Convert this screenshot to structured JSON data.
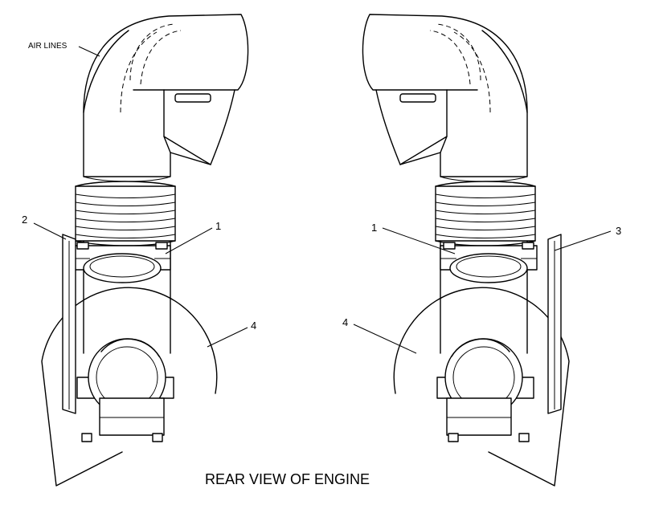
{
  "labels": {
    "air_lines": "AIR LINES",
    "callout_1_left": "1",
    "callout_1_right": "1",
    "callout_2": "2",
    "callout_3": "3",
    "callout_4_left": "4",
    "callout_4_right": "4"
  },
  "caption": "REAR VIEW OF ENGINE"
}
